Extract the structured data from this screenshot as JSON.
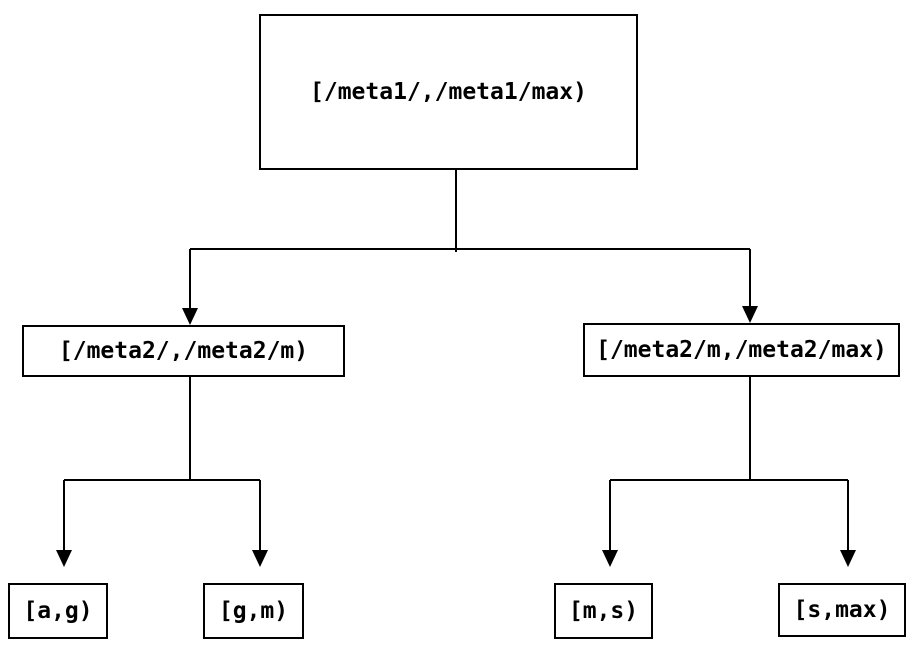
{
  "diagram": {
    "type": "tree",
    "nodes": {
      "root": {
        "label": "[/meta1/,/meta1/max)"
      },
      "meta2_low": {
        "label": "[/meta2/,/meta2/m)"
      },
      "meta2_high": {
        "label": "[/meta2/m,/meta2/max)"
      },
      "leaf_a_g": {
        "label": "[a,g)"
      },
      "leaf_g_m": {
        "label": "[g,m)"
      },
      "leaf_m_s": {
        "label": "[m,s)"
      },
      "leaf_s_max": {
        "label": "[s,max)"
      }
    },
    "edges": [
      {
        "from": "root",
        "to": "meta2_low"
      },
      {
        "from": "root",
        "to": "meta2_high"
      },
      {
        "from": "meta2_low",
        "to": "leaf_a_g"
      },
      {
        "from": "meta2_low",
        "to": "leaf_g_m"
      },
      {
        "from": "meta2_high",
        "to": "leaf_m_s"
      },
      {
        "from": "meta2_high",
        "to": "leaf_s_max"
      }
    ],
    "colors": {
      "line": "#000000",
      "text": "#000000",
      "background": "#ffffff"
    }
  }
}
